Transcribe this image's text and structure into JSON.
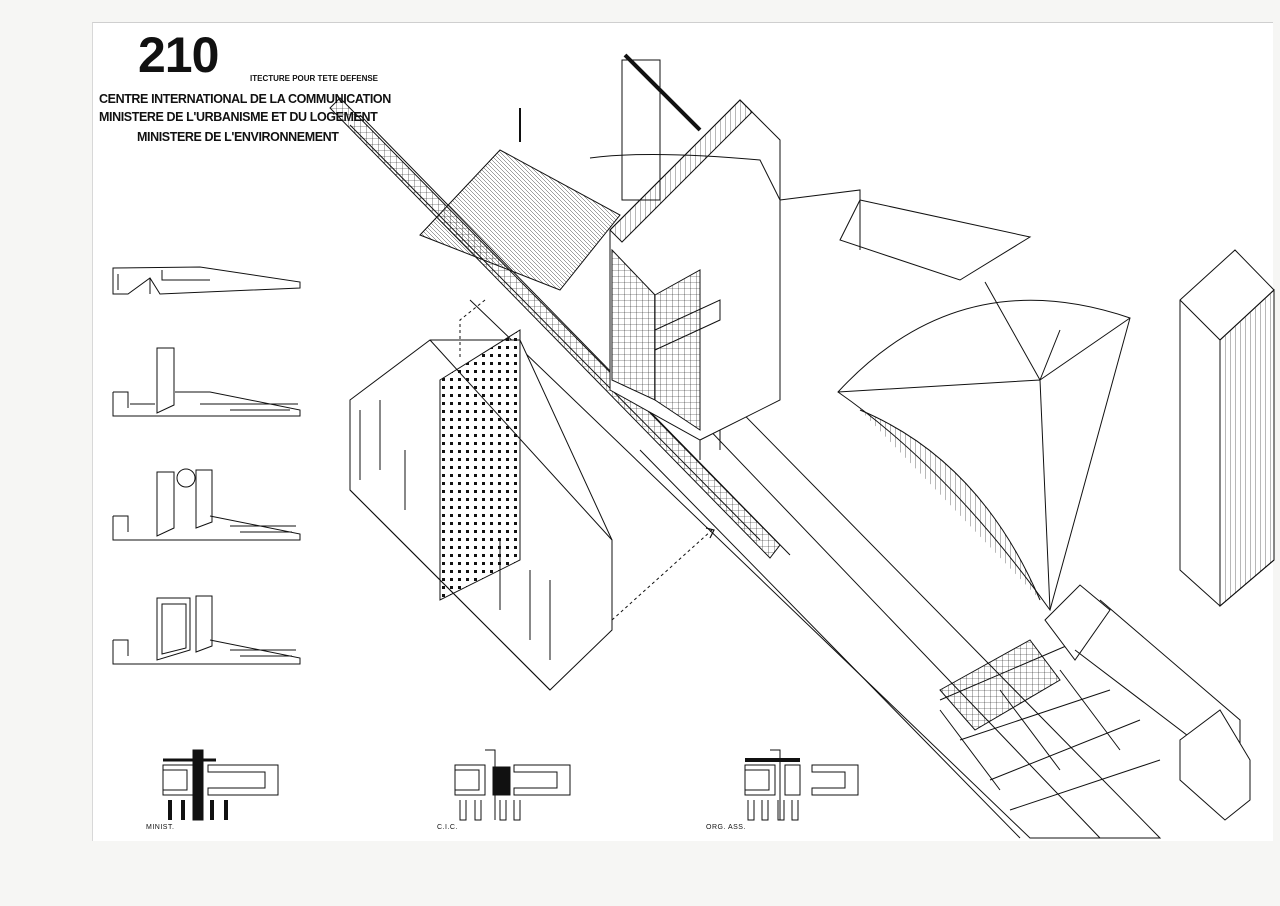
{
  "header": {
    "number": "210",
    "subtitle": "ITECTURE POUR TETE DEFENSE",
    "lines": [
      "CENTRE INTERNATIONAL DE LA COMMUNICATION",
      "MINISTERE DE L'URBANISME  ET DU LOGEMENT",
      "MINISTERE DE L'ENVIRONNEMENT"
    ]
  },
  "diagram_labels": {
    "minist": "MINIST.",
    "cic": "C.I.C.",
    "org_ass": "ORG. ASS."
  },
  "colors": {
    "ink": "#111111",
    "paper": "#ffffff"
  }
}
